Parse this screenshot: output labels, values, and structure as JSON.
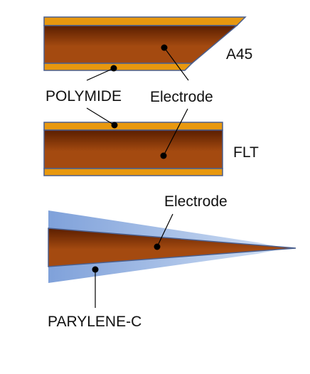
{
  "colors": {
    "polyimide": "#E8980F",
    "outline": "#4A5F8E",
    "electrode_dark": "#5A1E00",
    "electrode_light": "#A44A10",
    "parylene_light": "#D0DFF4",
    "parylene_dark": "#7FA1DA",
    "leader": "#000000",
    "dot": "#000000"
  },
  "labels": {
    "a45": "A45",
    "polymide": "POLYMIDE",
    "electrode_top": "Electrode",
    "flt": "FLT",
    "electrode_bottom": "Electrode",
    "parylene": "PARYLENE-C"
  }
}
